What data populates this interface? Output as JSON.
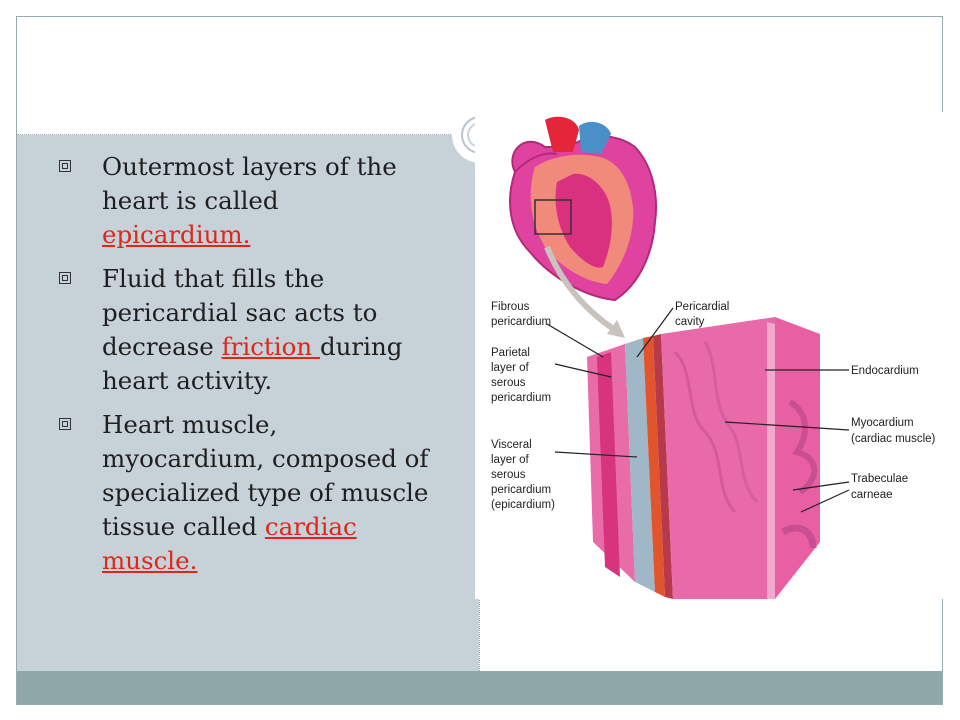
{
  "bullets": [
    {
      "text": "Outermost layers of the heart is called ",
      "link": "epicardium.",
      "after": ""
    },
    {
      "text": "Fluid that fills the pericardial sac acts to decrease ",
      "link": "friction ",
      "after": "during heart activity."
    },
    {
      "text": "Heart muscle, myocardium, composed of specialized type of muscle tissue called ",
      "link": "cardiac muscle.",
      "after": ""
    }
  ],
  "figure": {
    "labels": {
      "fibrous": [
        "Fibrous",
        "pericardium"
      ],
      "parietal": [
        "Parietal",
        "layer of",
        "serous",
        "pericardium"
      ],
      "visceral": [
        "Visceral",
        "layer of",
        "serous",
        "pericardium",
        "(epicardium)"
      ],
      "pericardial_cavity": [
        "Pericardial",
        "cavity"
      ],
      "endocardium": [
        "Endocardium"
      ],
      "myocardium": [
        "Myocardium",
        "(cardiac muscle)"
      ],
      "trabeculae": [
        "Trabeculae",
        "carneae"
      ]
    }
  },
  "colors": {
    "panel": "#c6d1d8",
    "footer": "#8fa8a7",
    "link": "#e0261b",
    "heart_pink": "#e0439f",
    "muscle_pink": "#e86aa8",
    "epicardium_blue": "#9fb7c6",
    "orange_layer": "#e2542b"
  },
  "icons": [
    "box-bullet-icon",
    "circle-ornament-icon"
  ]
}
